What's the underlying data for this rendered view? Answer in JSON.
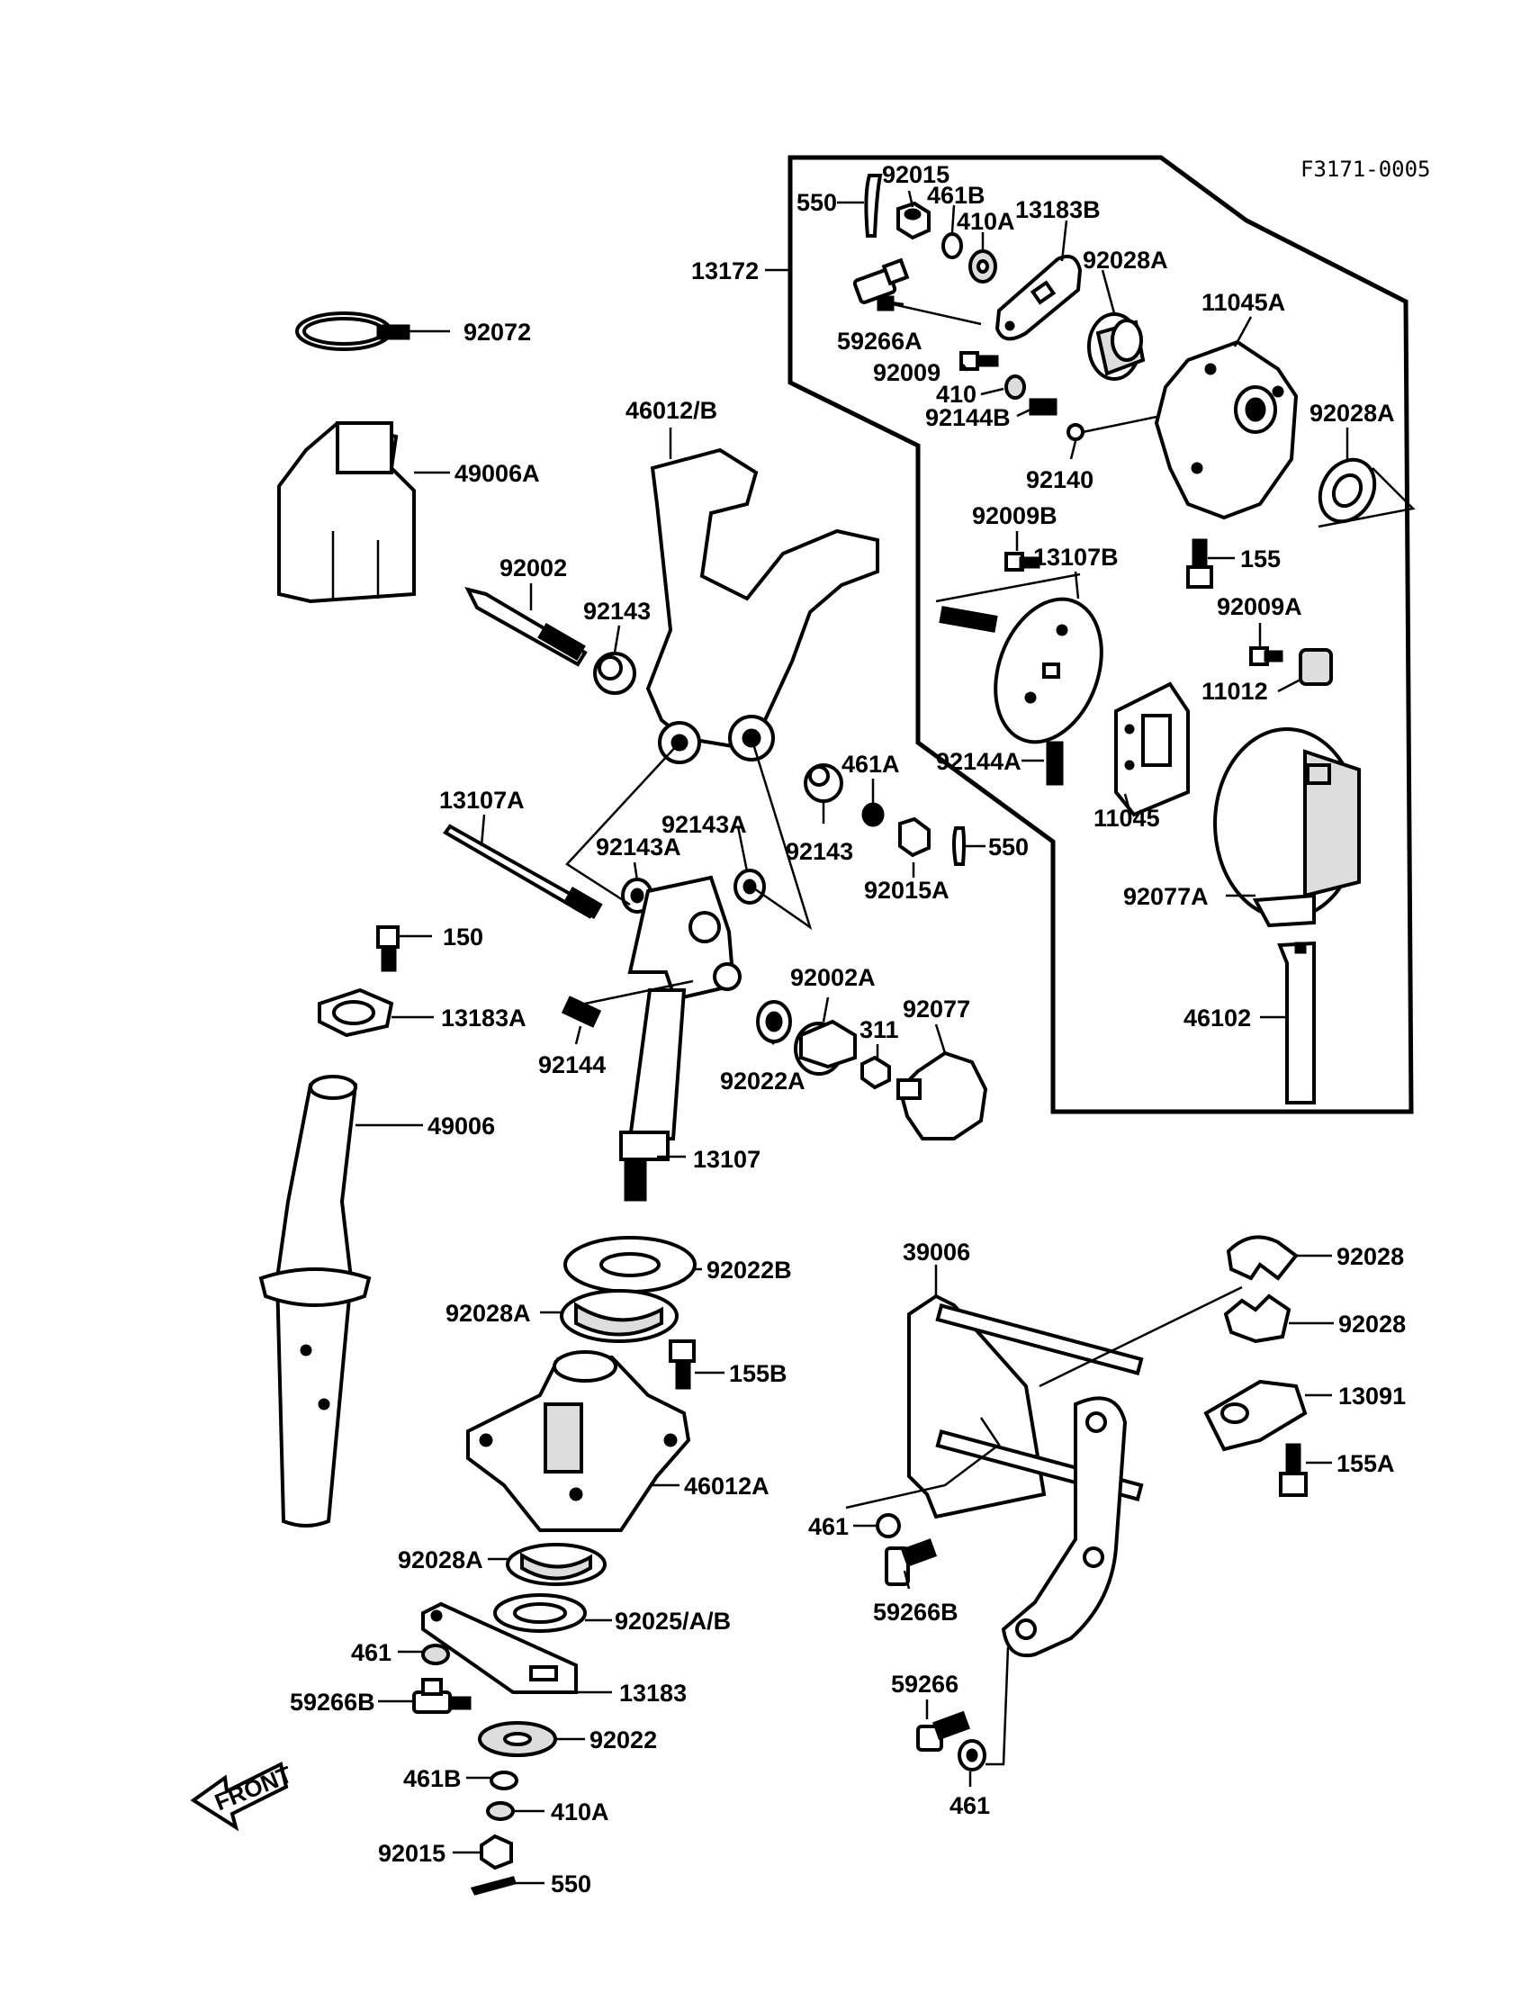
{
  "diagram_code": "F3171-0005",
  "front_label": "FRONT",
  "labels": [
    {
      "id": "92015_top",
      "text": "92015"
    },
    {
      "id": "550_top",
      "text": "550"
    },
    {
      "id": "461B_top",
      "text": "461B"
    },
    {
      "id": "410A_top",
      "text": "410A"
    },
    {
      "id": "13183B",
      "text": "13183B"
    },
    {
      "id": "13172",
      "text": "13172"
    },
    {
      "id": "92028A_1",
      "text": "92028A"
    },
    {
      "id": "11045A",
      "text": "11045A"
    },
    {
      "id": "59266A",
      "text": "59266A"
    },
    {
      "id": "92009",
      "text": "92009"
    },
    {
      "id": "410",
      "text": "410"
    },
    {
      "id": "92144B",
      "text": "92144B"
    },
    {
      "id": "92028A_2",
      "text": "92028A"
    },
    {
      "id": "92140",
      "text": "92140"
    },
    {
      "id": "92009B",
      "text": "92009B"
    },
    {
      "id": "13107B",
      "text": "13107B"
    },
    {
      "id": "155",
      "text": "155"
    },
    {
      "id": "92009A",
      "text": "92009A"
    },
    {
      "id": "11012",
      "text": "11012"
    },
    {
      "id": "92144A",
      "text": "92144A"
    },
    {
      "id": "11045",
      "text": "11045"
    },
    {
      "id": "92077A",
      "text": "92077A"
    },
    {
      "id": "46102",
      "text": "46102"
    },
    {
      "id": "92072",
      "text": "92072"
    },
    {
      "id": "49006A",
      "text": "49006A"
    },
    {
      "id": "46012B",
      "text": "46012/B"
    },
    {
      "id": "92002",
      "text": "92002"
    },
    {
      "id": "92143_top",
      "text": "92143"
    },
    {
      "id": "461A",
      "text": "461A"
    },
    {
      "id": "92143_mid",
      "text": "92143"
    },
    {
      "id": "13107A",
      "text": "13107A"
    },
    {
      "id": "92143A_1",
      "text": "92143A"
    },
    {
      "id": "92143A_2",
      "text": "92143A"
    },
    {
      "id": "550_mid",
      "text": "550"
    },
    {
      "id": "92015A",
      "text": "92015A"
    },
    {
      "id": "150",
      "text": "150"
    },
    {
      "id": "92002A",
      "text": "92002A"
    },
    {
      "id": "92077",
      "text": "92077"
    },
    {
      "id": "311",
      "text": "311"
    },
    {
      "id": "13183A",
      "text": "13183A"
    },
    {
      "id": "92144",
      "text": "92144"
    },
    {
      "id": "92022A",
      "text": "92022A"
    },
    {
      "id": "49006",
      "text": "49006"
    },
    {
      "id": "13107",
      "text": "13107"
    },
    {
      "id": "39006",
      "text": "39006"
    },
    {
      "id": "92028_1",
      "text": "92028"
    },
    {
      "id": "92022B",
      "text": "92022B"
    },
    {
      "id": "92028_2",
      "text": "92028"
    },
    {
      "id": "92028A_3",
      "text": "92028A"
    },
    {
      "id": "155B",
      "text": "155B"
    },
    {
      "id": "13091",
      "text": "13091"
    },
    {
      "id": "155A",
      "text": "155A"
    },
    {
      "id": "46012A",
      "text": "46012A"
    },
    {
      "id": "461_mid",
      "text": "461"
    },
    {
      "id": "59266B_mid",
      "text": "59266B"
    },
    {
      "id": "92028A_4",
      "text": "92028A"
    },
    {
      "id": "92025AB",
      "text": "92025/A/B"
    },
    {
      "id": "461_low",
      "text": "461"
    },
    {
      "id": "13183",
      "text": "13183"
    },
    {
      "id": "59266B_low",
      "text": "59266B"
    },
    {
      "id": "59266",
      "text": "59266"
    },
    {
      "id": "92022",
      "text": "92022"
    },
    {
      "id": "461B_low",
      "text": "461B"
    },
    {
      "id": "461_bot",
      "text": "461"
    },
    {
      "id": "410A_low",
      "text": "410A"
    },
    {
      "id": "92015_low",
      "text": "92015"
    },
    {
      "id": "550_low",
      "text": "550"
    }
  ]
}
